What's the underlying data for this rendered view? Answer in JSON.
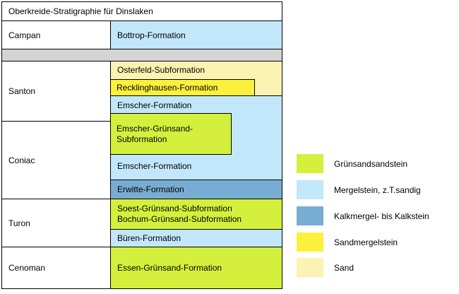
{
  "title": "Oberkreide-Stratigraphie für Dinslaken",
  "stages": {
    "campan": "Campan",
    "santon": "Santon",
    "coniac": "Coniac",
    "turon": "Turon",
    "cenoman": "Cenoman"
  },
  "formations": {
    "bottrop": "Bottrop-Formation",
    "osterfeld": "Osterfeld-Subformation",
    "recklinghausen": "Recklinghausen-Formation",
    "emscher_upper": "Emscher-Formation",
    "emscher_gruensand": "Emscher-Grünsand-Subformation",
    "emscher_lower": "Emscher-Formation",
    "erwitte": "Erwitte-Formation",
    "soest": "Soest-Grünsand-Subformation",
    "bochum": "Bochum-Grünsand-Subformation",
    "bueren": "Büren-Formation",
    "essen": "Essen-Grünsand-Formation"
  },
  "legend": [
    {
      "label": "Grünsandsandstein",
      "color": "#d4f03c"
    },
    {
      "label": "Mergelstein, z.T.sandig",
      "color": "#c2e7fb"
    },
    {
      "label": "Kalkmergel- bis Kalkstein",
      "color": "#78add3"
    },
    {
      "label": "Sandmergelstein",
      "color": "#fbf13c"
    },
    {
      "label": "Sand",
      "color": "#fcf3b2"
    }
  ],
  "colors": {
    "gruensand": "#d4f03c",
    "mergelstein": "#c2e7fb",
    "kalkmergel": "#78add3",
    "sandmergelstein": "#fbf13c",
    "sand": "#fcf3b2",
    "gray_band": "#d4d4d4",
    "border": "#000000",
    "background": "#ffffff"
  }
}
